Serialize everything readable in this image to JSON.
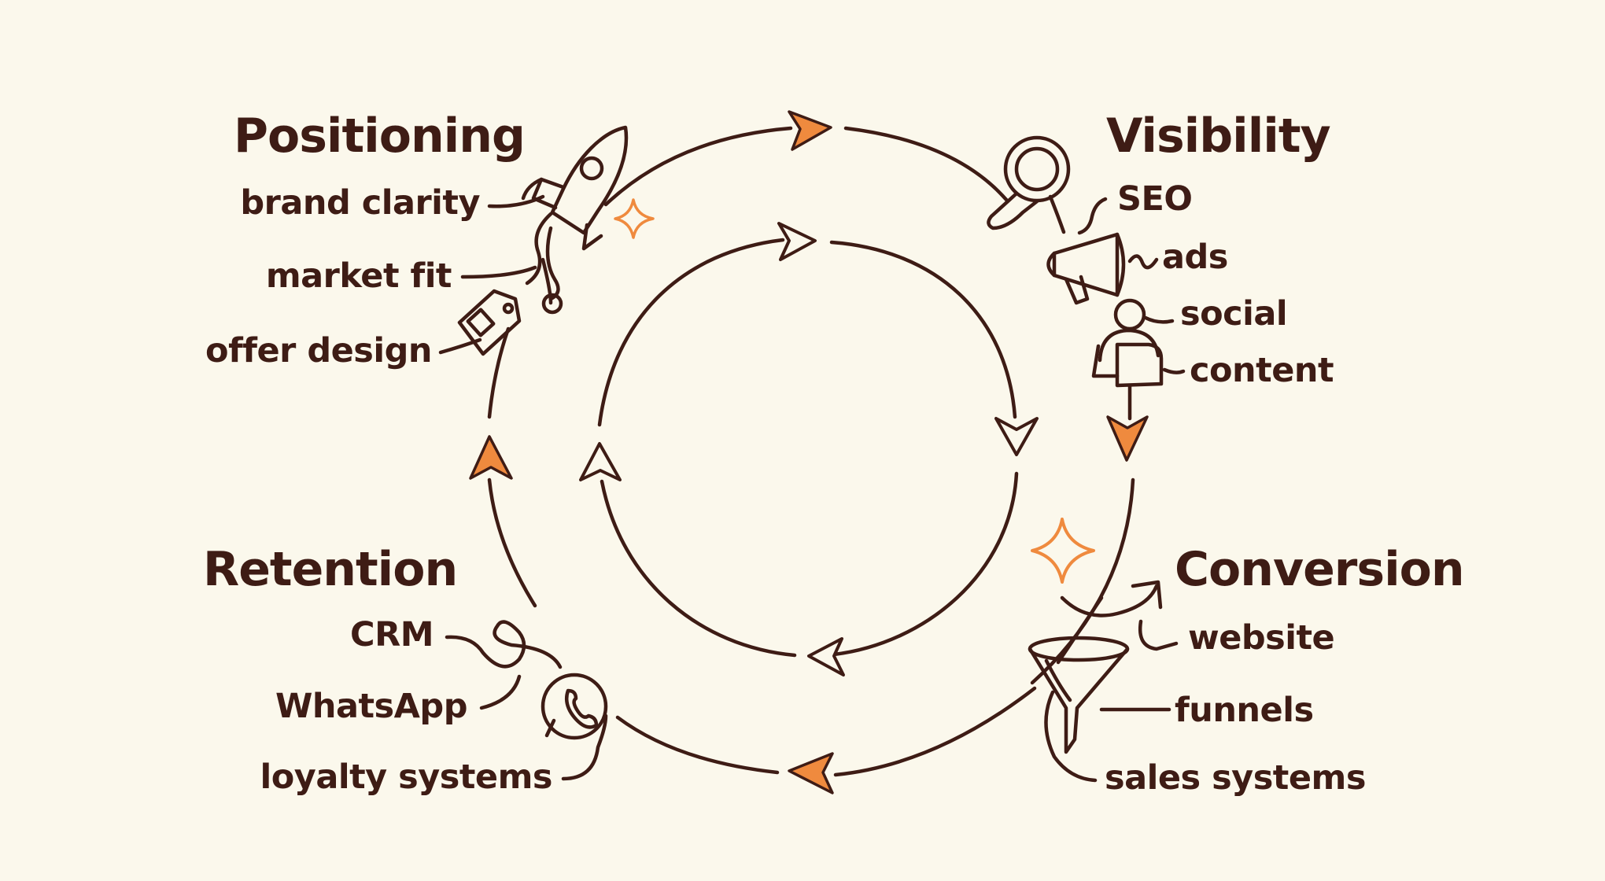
{
  "stages": [
    {
      "id": "positioning",
      "title": "Positioning",
      "items": [
        "brand clarity",
        "market fit",
        "offer design"
      ],
      "icon": "rocket-icon"
    },
    {
      "id": "visibility",
      "title": "Visibility",
      "items": [
        "SEO",
        "ads",
        "social",
        "content"
      ],
      "icon": "magnifier-megaphone-icon"
    },
    {
      "id": "conversion",
      "title": "Conversion",
      "items": [
        "website",
        "funnels",
        "sales systems"
      ],
      "icon": "funnel-icon"
    },
    {
      "id": "retention",
      "title": "Retention",
      "items": [
        "CRM",
        "WhatsApp",
        "loyalty systems"
      ],
      "icon": "whatsapp-icon"
    }
  ],
  "colors": {
    "ink": "#3e1c15",
    "accent": "#ef8a3e",
    "background": "#fbf8ec"
  }
}
